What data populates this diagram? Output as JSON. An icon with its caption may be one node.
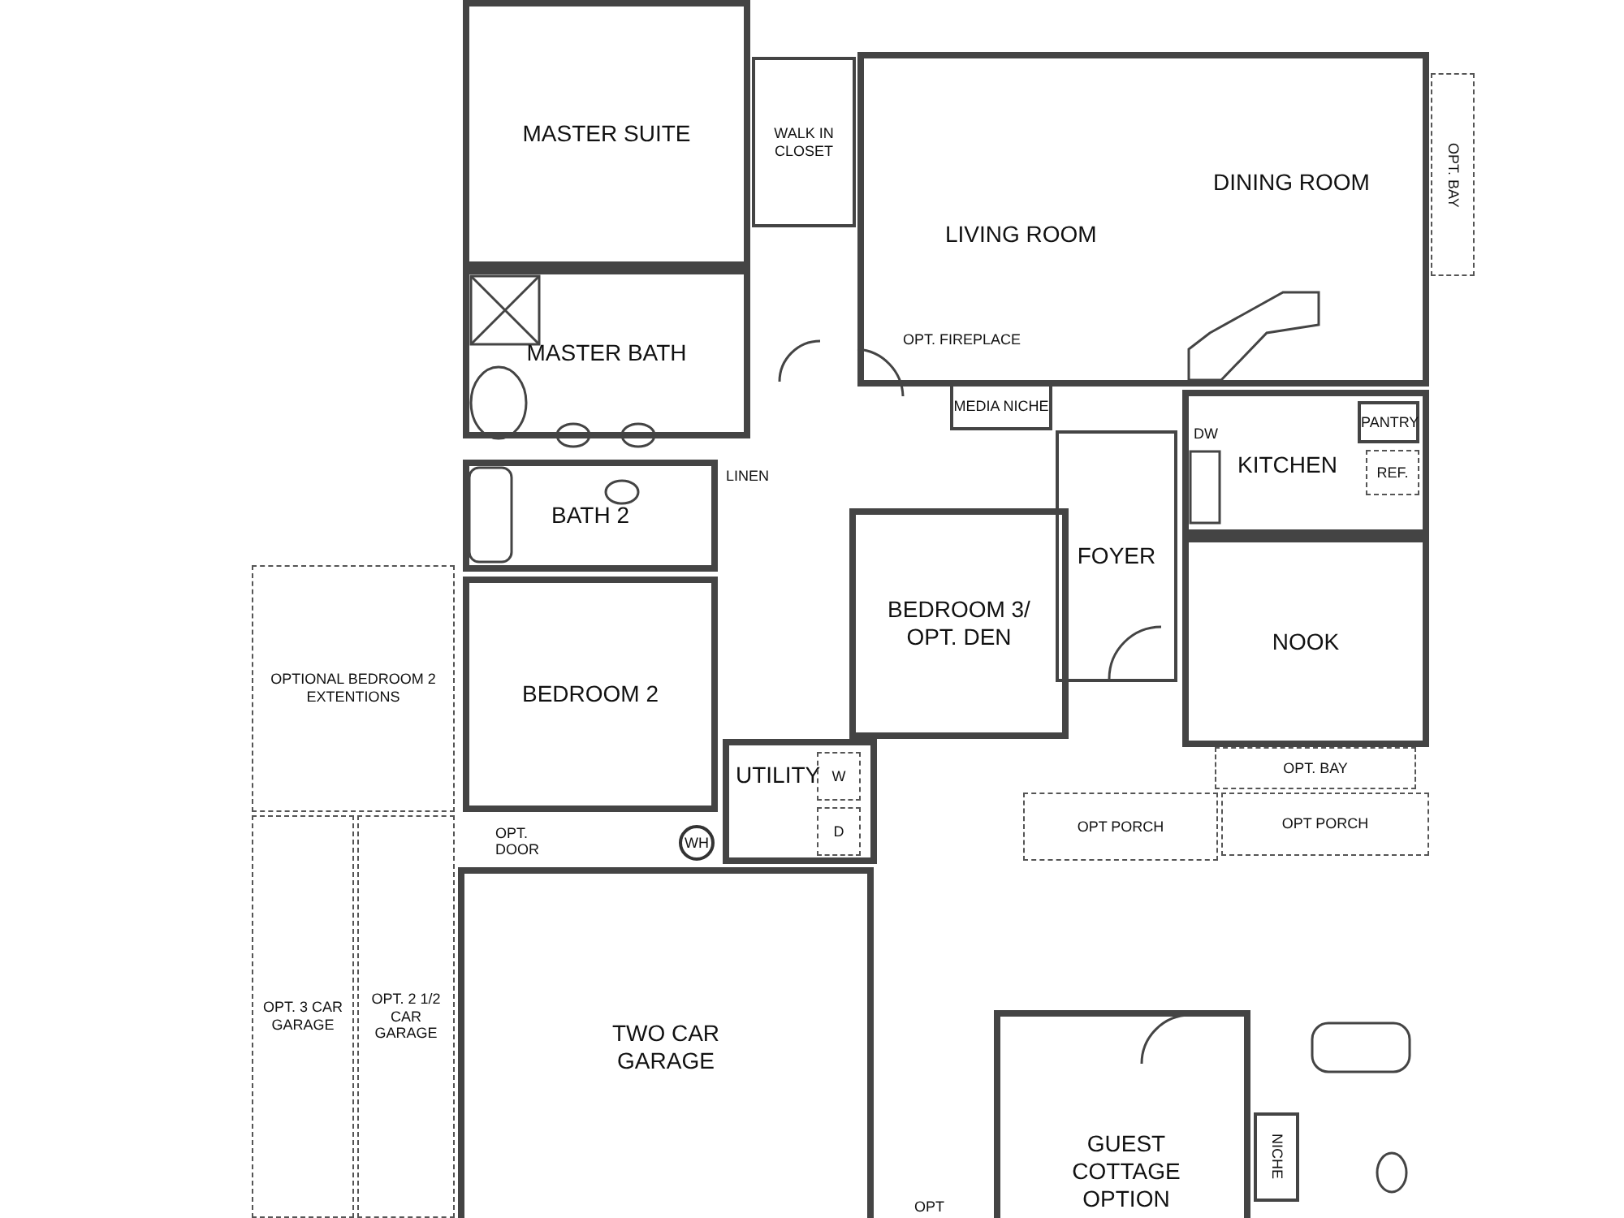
{
  "diagram": {
    "nodes": [
      {
        "text": [
          "MASTER SUITE"
        ]
      },
      {
        "text": [
          "WALK IN CLOSET"
        ]
      },
      {
        "text": [
          "LIVING ROOM",
          "DINING ROOM"
        ]
      },
      {
        "text": [
          "OPT. BAY"
        ]
      },
      {
        "text": [
          "MASTER BATH"
        ]
      },
      {
        "text": [
          "MEDIA NICHE"
        ]
      },
      {
        "text": [
          "KITCHEN"
        ]
      },
      {
        "text": [
          "PANTRY"
        ],
        "in": 6
      },
      {
        "text": [
          "REF."
        ],
        "in": 6
      },
      {
        "text": [
          "BATH 2"
        ]
      },
      {
        "text": [
          "FOYER"
        ]
      },
      {
        "text": [
          "BEDROOM 3/ OPT. DEN"
        ]
      },
      {
        "text": [
          "NOOK"
        ]
      },
      {
        "text": [
          "BEDROOM 2"
        ]
      },
      {
        "text": [
          "OPTIONAL BEDROOM 2 EXTENTIONS"
        ]
      },
      {
        "text": [
          "UTILITY"
        ]
      },
      {
        "text": [
          "W"
        ],
        "in": 15
      },
      {
        "text": [
          "D"
        ],
        "in": 15
      },
      {
        "text": [
          "WH"
        ]
      },
      {
        "text": [
          "OPT. BAY"
        ]
      },
      {
        "text": [
          "OPT PORCH"
        ]
      },
      {
        "text": [
          "OPT PORCH"
        ]
      },
      {
        "text": [
          "OPT. 3 CAR GARAGE"
        ]
      },
      {
        "text": [
          "OPT. 2 1/2 CAR GARAGE"
        ]
      },
      {
        "text": [
          "TWO CAR GARAGE"
        ]
      },
      {
        "text": [
          "GUEST COTTAGE OPTION"
        ]
      },
      {
        "text": [
          "NICHE"
        ]
      }
    ],
    "labels": [
      "OPT. FIREPLACE",
      "LINEN",
      "DW",
      "OPT. DOOR",
      "OPT"
    ]
  }
}
